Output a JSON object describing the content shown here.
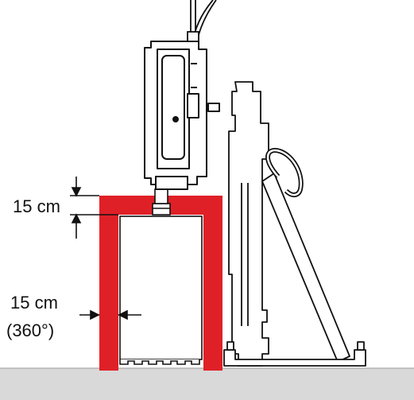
{
  "labels": {
    "top_clearance": "15 cm",
    "side_clearance": "15 cm",
    "side_rotation": "(360°)"
  },
  "colors": {
    "safety_zone": "#e02027",
    "ground": "#d9d9d9",
    "line": "#111111"
  },
  "icons": {
    "drill_motor": "core-drill-motor-icon",
    "drill_stand": "drill-stand-icon",
    "core_bit": "core-bit-icon"
  }
}
